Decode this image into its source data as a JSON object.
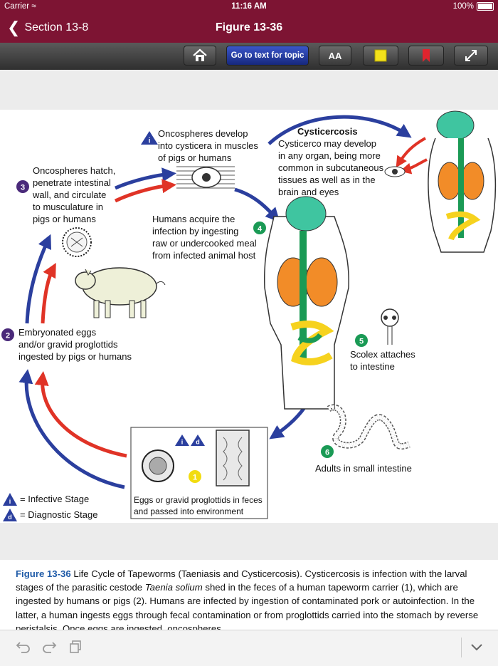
{
  "status": {
    "carrier": "Carrier",
    "time": "11:16 AM",
    "battery": "100%"
  },
  "nav": {
    "back_label": "Section 13-8",
    "title": "Figure 13-36"
  },
  "toolbar": {
    "go_to_text_label": "Go to text for topic",
    "text_size_label": "AA"
  },
  "figure": {
    "cysticercosis_title": "Cysticercosis",
    "cysticercosis_lines": [
      "Cysticerco may develop",
      "in any organ, being more",
      "common in subcutaneous",
      "tissues as well as in the",
      "brain and eyes"
    ],
    "oncospheres_develop_lines": [
      "Oncospheres develop",
      "into cysticera in muscles",
      "of pigs or humans"
    ],
    "oncospheres_hatch_lines": [
      "Oncospheres hatch,",
      "penetrate intestinal",
      "wall, and circulate",
      "to musculature in",
      "pigs or humans"
    ],
    "humans_acquire_lines": [
      "Humans acquire the",
      "infection by ingesting",
      "raw or undercooked meal",
      "from infected animal host"
    ],
    "embryonated_lines": [
      "Embryonated eggs",
      "and/or gravid proglottids",
      "ingested by pigs or humans"
    ],
    "scolex_lines": [
      "Scolex attaches",
      "to intestine"
    ],
    "adults_label": "Adults in small intestine",
    "eggs_lines": [
      "Eggs or gravid proglottids in feces",
      "and passed into environment"
    ],
    "legend_infective": "= Infective Stage",
    "legend_diagnostic": "= Diagnostic Stage",
    "step_numbers": [
      "1",
      "2",
      "3",
      "4",
      "5",
      "6"
    ],
    "infective_letter": "i",
    "diagnostic_letter": "d",
    "colors": {
      "infective_arrow": "#2b3f9e",
      "diagnostic_arrow": "#e03326",
      "green_step": "#1a9a55",
      "yellow_step": "#f2dc10"
    }
  },
  "caption": {
    "label": "Figure 13-36",
    "text1": " Life Cycle of Tapeworms (Taeniasis and Cysticercosis). Cysticercosis is infection with the larval stages of the parasitic cestode ",
    "italic": "Taenia solium",
    "text2": " shed in the feces of a human tapeworm carrier (1), which are ingested by humans or pigs (2). Humans are infected by ingestion of contaminated pork or autoinfection. In the latter, a human ingests eggs through fecal contamination or from proglottids carried into the stomach by reverse peristalsis. Once eggs are ingested, oncospheres"
  },
  "colors": {
    "header": "#7d1433",
    "caption_label": "#1f5ba8"
  }
}
